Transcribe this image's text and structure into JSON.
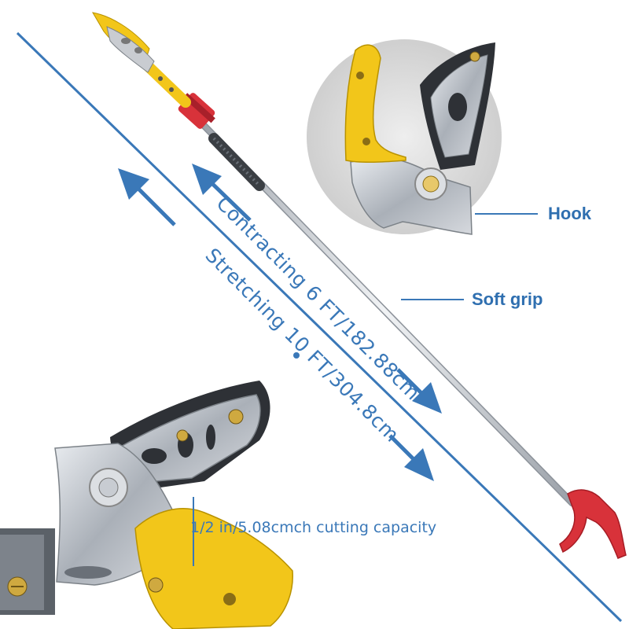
{
  "labels": {
    "hook": "Hook",
    "soft_grip": "Soft grip",
    "contracting": "Contracting 6 FT/182.88cm",
    "stretching": "Stretching 10 FT/304.8cm",
    "cutting_capacity": "1/2 in/5.08cmch cutting capacity"
  },
  "colors": {
    "accent_blue": "#3a78b8",
    "handle_yellow": "#f2c61a",
    "clamp_red": "#d8323a",
    "pole_silver": "#c9ccd1",
    "blade_steel": "#b7bcc4"
  }
}
